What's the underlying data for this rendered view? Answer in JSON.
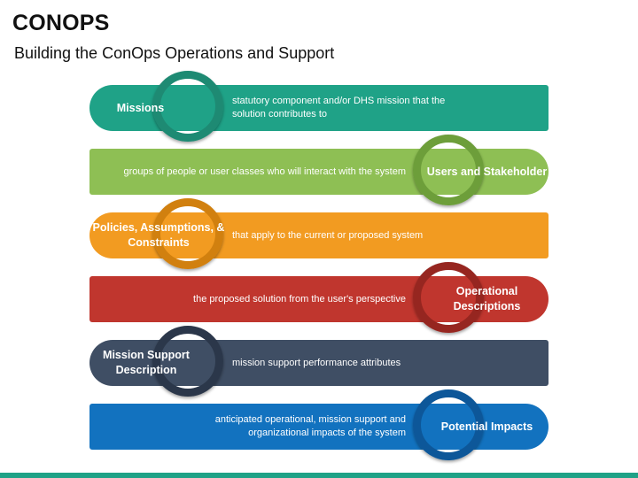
{
  "header": {
    "title": "CONOPS",
    "subtitle": "Building the ConOps Operations and Support"
  },
  "rows": [
    {
      "label": "Missions",
      "description": "statutory component and/or DHS mission that the solution contributes to",
      "bar_color": "#1fa287",
      "ring_color": "#1e8a73"
    },
    {
      "label": "Users and Stakeholder",
      "description": "groups of people or user classes who will interact with the system",
      "bar_color": "#8ebf54",
      "ring_color": "#6d9e3a"
    },
    {
      "label": "Policies, Assumptions, & Constraints",
      "description": "that apply to the current or proposed system",
      "bar_color": "#f29b21",
      "ring_color": "#d1800f"
    },
    {
      "label": "Operational Descriptions",
      "description": "the proposed solution from the user's perspective",
      "bar_color": "#c0362e",
      "ring_color": "#962620"
    },
    {
      "label": "Mission Support Description",
      "description": "mission support performance attributes",
      "bar_color": "#3f4e64",
      "ring_color": "#2b374a"
    },
    {
      "label": "Potential Impacts",
      "description": "anticipated operational, mission support and organizational impacts of the system",
      "bar_color": "#1272bf",
      "ring_color": "#0d5799"
    }
  ],
  "colors": {
    "footer": "#1fa287"
  }
}
